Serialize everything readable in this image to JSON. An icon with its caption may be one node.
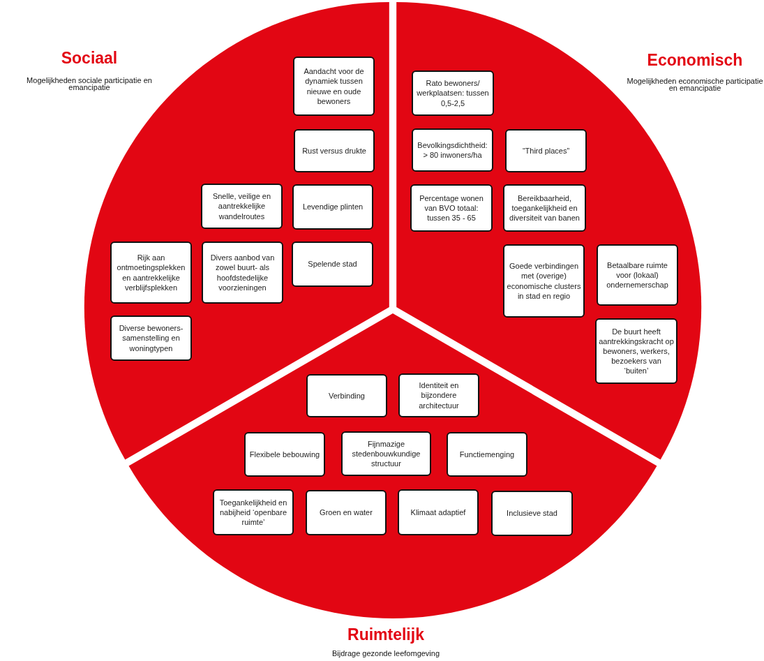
{
  "diagram": {
    "nodes": [
      {
        "text": [
          "Sociaal",
          "Mogelijkheden sociale participatie en emancipatie"
        ]
      },
      {
        "text": [
          "Aandacht voor de dynamiek tussen nieuwe en oude bewoners"
        ],
        "in": 0
      },
      {
        "text": [
          "Rust versus drukte"
        ],
        "in": 0
      },
      {
        "text": [
          "Snelle, veilige en aantrekkelijke wandelroutes"
        ],
        "in": 0
      },
      {
        "text": [
          "Levendige plinten"
        ],
        "in": 0
      },
      {
        "text": [
          "Rijk aan ontmoetingsplekken en aantrekkelijke verblijfsplekken"
        ],
        "in": 0
      },
      {
        "text": [
          "Divers aanbod van zowel buurt- als hoofdstedelijke voorzieningen"
        ],
        "in": 0
      },
      {
        "text": [
          "Spelende stad"
        ],
        "in": 0
      },
      {
        "text": [
          "Diverse bewoners-samenstelling en woningtypen"
        ],
        "in": 0
      },
      {
        "text": [
          "Economisch",
          "Mogelijkheden economische participatie en emancipatie"
        ]
      },
      {
        "text": [
          "Rato bewoners/ werkplaatsen: tussen 0,5-2,5"
        ],
        "in": 9
      },
      {
        "text": [
          "Bevolkingsdichtheid: > 80 inwoners/ha"
        ],
        "in": 9
      },
      {
        "text": [
          "“Third places”"
        ],
        "in": 9
      },
      {
        "text": [
          "Percentage wonen van BVO totaal: tussen 35 - 65"
        ],
        "in": 9
      },
      {
        "text": [
          "Bereikbaarheid, toegankelijkheid en diversiteit van banen"
        ],
        "in": 9
      },
      {
        "text": [
          "Goede verbindingen met (overige) economische clusters in stad en regio"
        ],
        "in": 9
      },
      {
        "text": [
          "Betaalbare ruimte voor (lokaal) ondernemerschap"
        ],
        "in": 9
      },
      {
        "text": [
          "De buurt heeft aantrekkingskracht op bewoners, werkers, bezoekers van ‘buiten’"
        ],
        "in": 9
      },
      {
        "text": [
          "Ruimtelijk",
          "Bijdrage gezonde leefomgeving"
        ]
      },
      {
        "text": [
          "Verbinding"
        ],
        "in": 18
      },
      {
        "text": [
          "Identiteit en bijzondere architectuur"
        ],
        "in": 18
      },
      {
        "text": [
          "Flexibele bebouwing"
        ],
        "in": 18
      },
      {
        "text": [
          "Fijnmazige stedenbouwkundige structuur"
        ],
        "in": 18
      },
      {
        "text": [
          "Functiemenging"
        ],
        "in": 18
      },
      {
        "text": [
          "Toegankelijkheid en nabijheid ‘openbare ruimte’"
        ],
        "in": 18
      },
      {
        "text": [
          "Groen en water"
        ],
        "in": 18
      },
      {
        "text": [
          "Klimaat adaptief"
        ],
        "in": 18
      },
      {
        "text": [
          "Inclusieve stad"
        ],
        "in": 18
      }
    ]
  }
}
